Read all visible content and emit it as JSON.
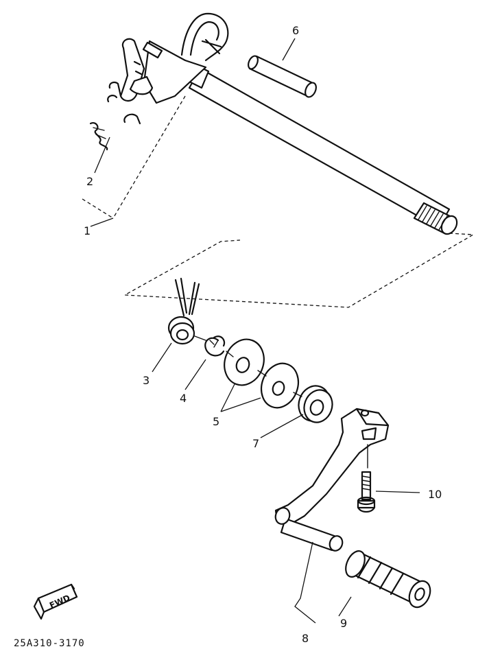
{
  "diagram": {
    "drawing_code": "25A310-3170",
    "fwd_mark": "FWD",
    "callouts": [
      {
        "id": "c1",
        "label": "1"
      },
      {
        "id": "c2",
        "label": "2"
      },
      {
        "id": "c3",
        "label": "3"
      },
      {
        "id": "c4",
        "label": "4"
      },
      {
        "id": "c5",
        "label": "5"
      },
      {
        "id": "c6",
        "label": "6"
      },
      {
        "id": "c7",
        "label": "7"
      },
      {
        "id": "c8",
        "label": "8"
      },
      {
        "id": "c9",
        "label": "9"
      },
      {
        "id": "c10",
        "label": "10"
      }
    ]
  }
}
